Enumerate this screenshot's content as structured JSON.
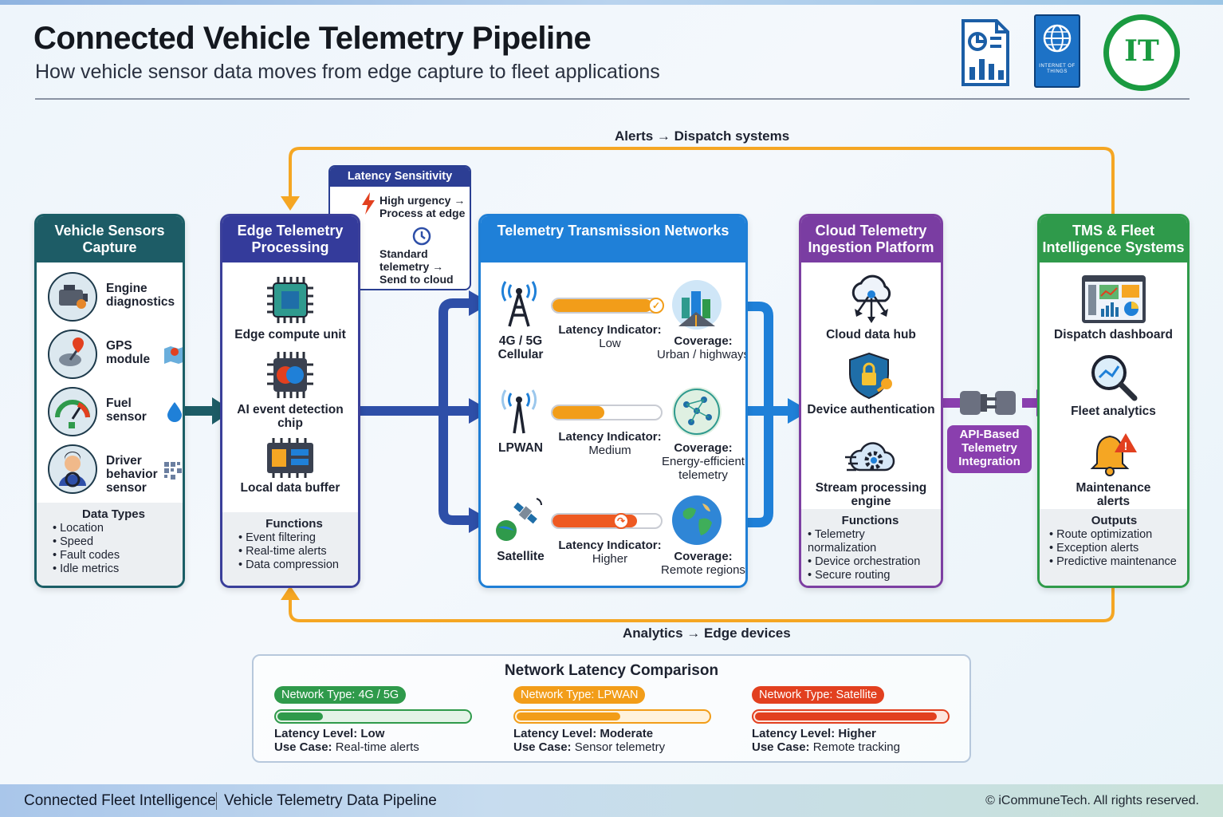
{
  "header": {
    "title": "Connected Vehicle Telemetry Pipeline",
    "subtitle": "How vehicle sensor data moves from edge capture to fleet applications",
    "logo_iot_text": "INTERNET OF THINGS",
    "logo_it_text": "IT"
  },
  "loops": {
    "top": "Alerts → Dispatch systems",
    "bottom": "Analytics → Edge devices"
  },
  "sensors": {
    "title": "Vehicle Sensors Capture",
    "items": [
      {
        "label": "Engine diagnostics",
        "icon": "engine-icon"
      },
      {
        "label": "GPS module",
        "icon": "gps-icon"
      },
      {
        "label": "Fuel sensor",
        "icon": "fuel-gauge-icon"
      },
      {
        "label": "Driver behavior sensor",
        "icon": "driver-icon"
      }
    ],
    "footer_title": "Data Types",
    "footer_items": [
      "Location",
      "Speed",
      "Fault codes",
      "Idle metrics"
    ]
  },
  "edge": {
    "title": "Edge Telemetry Processing",
    "items": [
      {
        "label": "Edge compute unit",
        "icon": "chip-icon"
      },
      {
        "label": "AI event detection chip",
        "icon": "ai-brain-chip-icon"
      },
      {
        "label": "Local data buffer",
        "icon": "memory-buffer-icon"
      }
    ],
    "footer_title": "Functions",
    "footer_items": [
      "Event filtering",
      "Real-time alerts",
      "Data compression"
    ]
  },
  "latency_check": {
    "title": "Latency Sensitivity Check",
    "high": "High urgency → Process at edge",
    "standard": "Standard telemetry → Send to cloud"
  },
  "networks": {
    "title": "Telemetry Transmission Networks",
    "indicator_label": "Latency Indicator:",
    "coverage_label": "Coverage:",
    "rows": [
      {
        "name": "4G / 5G Cellular",
        "latency": "Low",
        "coverage": "Urban / highways",
        "fill": 0.92,
        "color": "#f29d19",
        "badge": "✓"
      },
      {
        "name": "LPWAN",
        "latency": "Medium",
        "coverage": "Energy-efficient telemetry",
        "fill": 0.48,
        "color": "#f29d19",
        "badge": ""
      },
      {
        "name": "Satellite",
        "latency": "Higher",
        "coverage": "Remote regions",
        "fill": 0.78,
        "color": "#ee5a22",
        "badge": "↷"
      }
    ]
  },
  "cloud": {
    "title": "Cloud Telemetry Ingestion Platform",
    "items": [
      {
        "label": "Cloud data hub",
        "icon": "cloud-hub-icon"
      },
      {
        "label": "Device authentication",
        "icon": "shield-lock-icon"
      },
      {
        "label": "Stream processing engine",
        "icon": "cloud-gear-icon"
      }
    ],
    "footer_title": "Functions",
    "footer_items": [
      "Telemetry normalization",
      "Device orchestration",
      "Secure routing"
    ]
  },
  "api": {
    "label": "API-Based Telemetry Integration"
  },
  "tms": {
    "title": "TMS & Fleet Intelligence Systems",
    "items": [
      {
        "label": "Dispatch dashboard",
        "icon": "dashboard-icon"
      },
      {
        "label": "Fleet analytics",
        "icon": "magnifier-chart-icon"
      },
      {
        "label": "Maintenance alerts",
        "icon": "bell-warning-icon"
      }
    ],
    "footer_title": "Outputs",
    "footer_items": [
      "Route optimization",
      "Exception alerts",
      "Predictive maintenance"
    ]
  },
  "comparison": {
    "title": "Network Latency Comparison",
    "latency_prefix": "Latency Level:",
    "usecase_prefix": "Use Case:",
    "items": [
      {
        "pill": "Network Type: 4G / 5G",
        "level": "Low",
        "use_case": "Real-time alerts",
        "fill": 0.25,
        "color": "#2f9a4b",
        "bar_bg": "#e4f3e7"
      },
      {
        "pill": "Network Type: LPWAN",
        "level": "Moderate",
        "use_case": "Sensor telemetry",
        "fill": 0.55,
        "color": "#f29d19",
        "bar_bg": "#fff2dc"
      },
      {
        "pill": "Network Type: Satellite",
        "level": "Higher",
        "use_case": "Remote tracking",
        "fill": 0.95,
        "color": "#e2401f",
        "bar_bg": "#fde6df"
      }
    ]
  },
  "footer": {
    "left": "Connected Fleet Intelligence",
    "middle": "Vehicle Telemetry Data Pipeline",
    "right": "© iCommuneTech. All rights reserved."
  }
}
